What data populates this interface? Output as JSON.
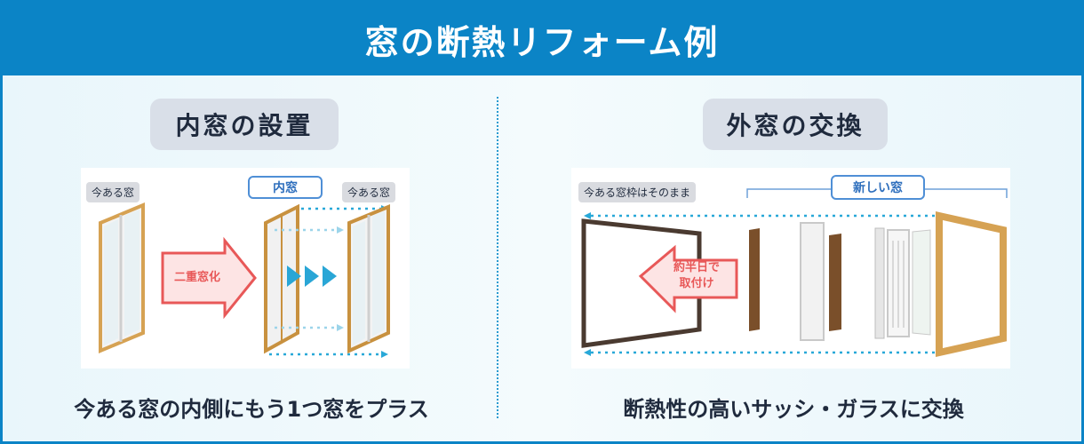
{
  "title": "窓の断熱リフォーム例",
  "left": {
    "heading": "内窓の設置",
    "tag_existing_1": "今ある窓",
    "tag_inner": "内窓",
    "tag_existing_2": "今ある窓",
    "arrow_label": "二重窓化",
    "caption": "今ある窓の内側にもう1つ窓をプラス"
  },
  "right": {
    "heading": "外窓の交換",
    "tag_frame": "今ある窓枠はそのまま",
    "tag_new": "新しい窓",
    "arrow_label_1": "約半日で",
    "arrow_label_2": "取付け",
    "caption": "断熱性の高いサッシ・ガラスに交換"
  },
  "colors": {
    "brand": "#0b84c6",
    "pill": "#d9dfe8",
    "accent_red": "#e85858",
    "wood": "#d6a253",
    "dotted": "#28a8d8"
  }
}
